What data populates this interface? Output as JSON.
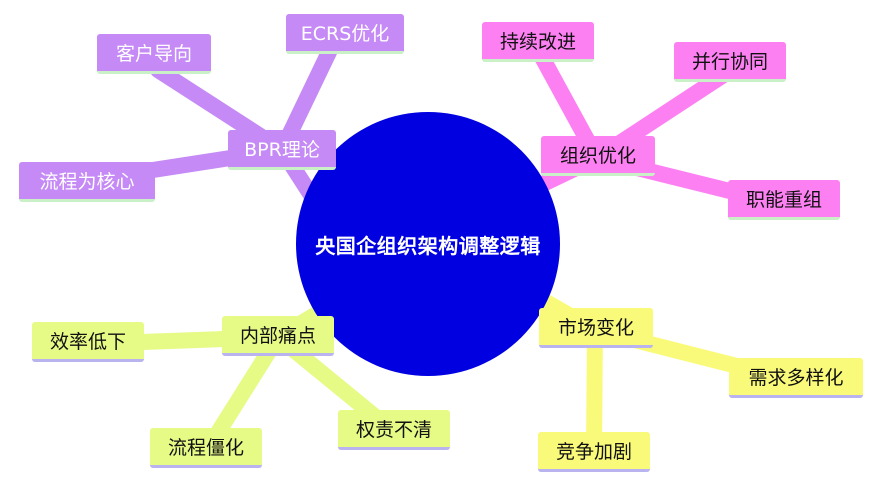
{
  "colors": {
    "center": "#0000e1",
    "purple": "#c58af5",
    "pink": "#fd80f2",
    "yellow": "#fafa7a",
    "green": "#e6fa86"
  },
  "center": {
    "label": "央国企组织架构调整逻辑"
  },
  "branches": {
    "bpr": {
      "label": "BPR理论",
      "children": [
        "客户导向",
        "ECRS优化",
        "流程为核心"
      ]
    },
    "org": {
      "label": "组织优化",
      "children": [
        "持续改进",
        "并行协同",
        "职能重组"
      ]
    },
    "market": {
      "label": "市场变化",
      "children": [
        "需求多样化",
        "竞争加剧"
      ]
    },
    "internal": {
      "label": "内部痛点",
      "children": [
        "效率低下",
        "流程僵化",
        "权责不清"
      ]
    }
  }
}
